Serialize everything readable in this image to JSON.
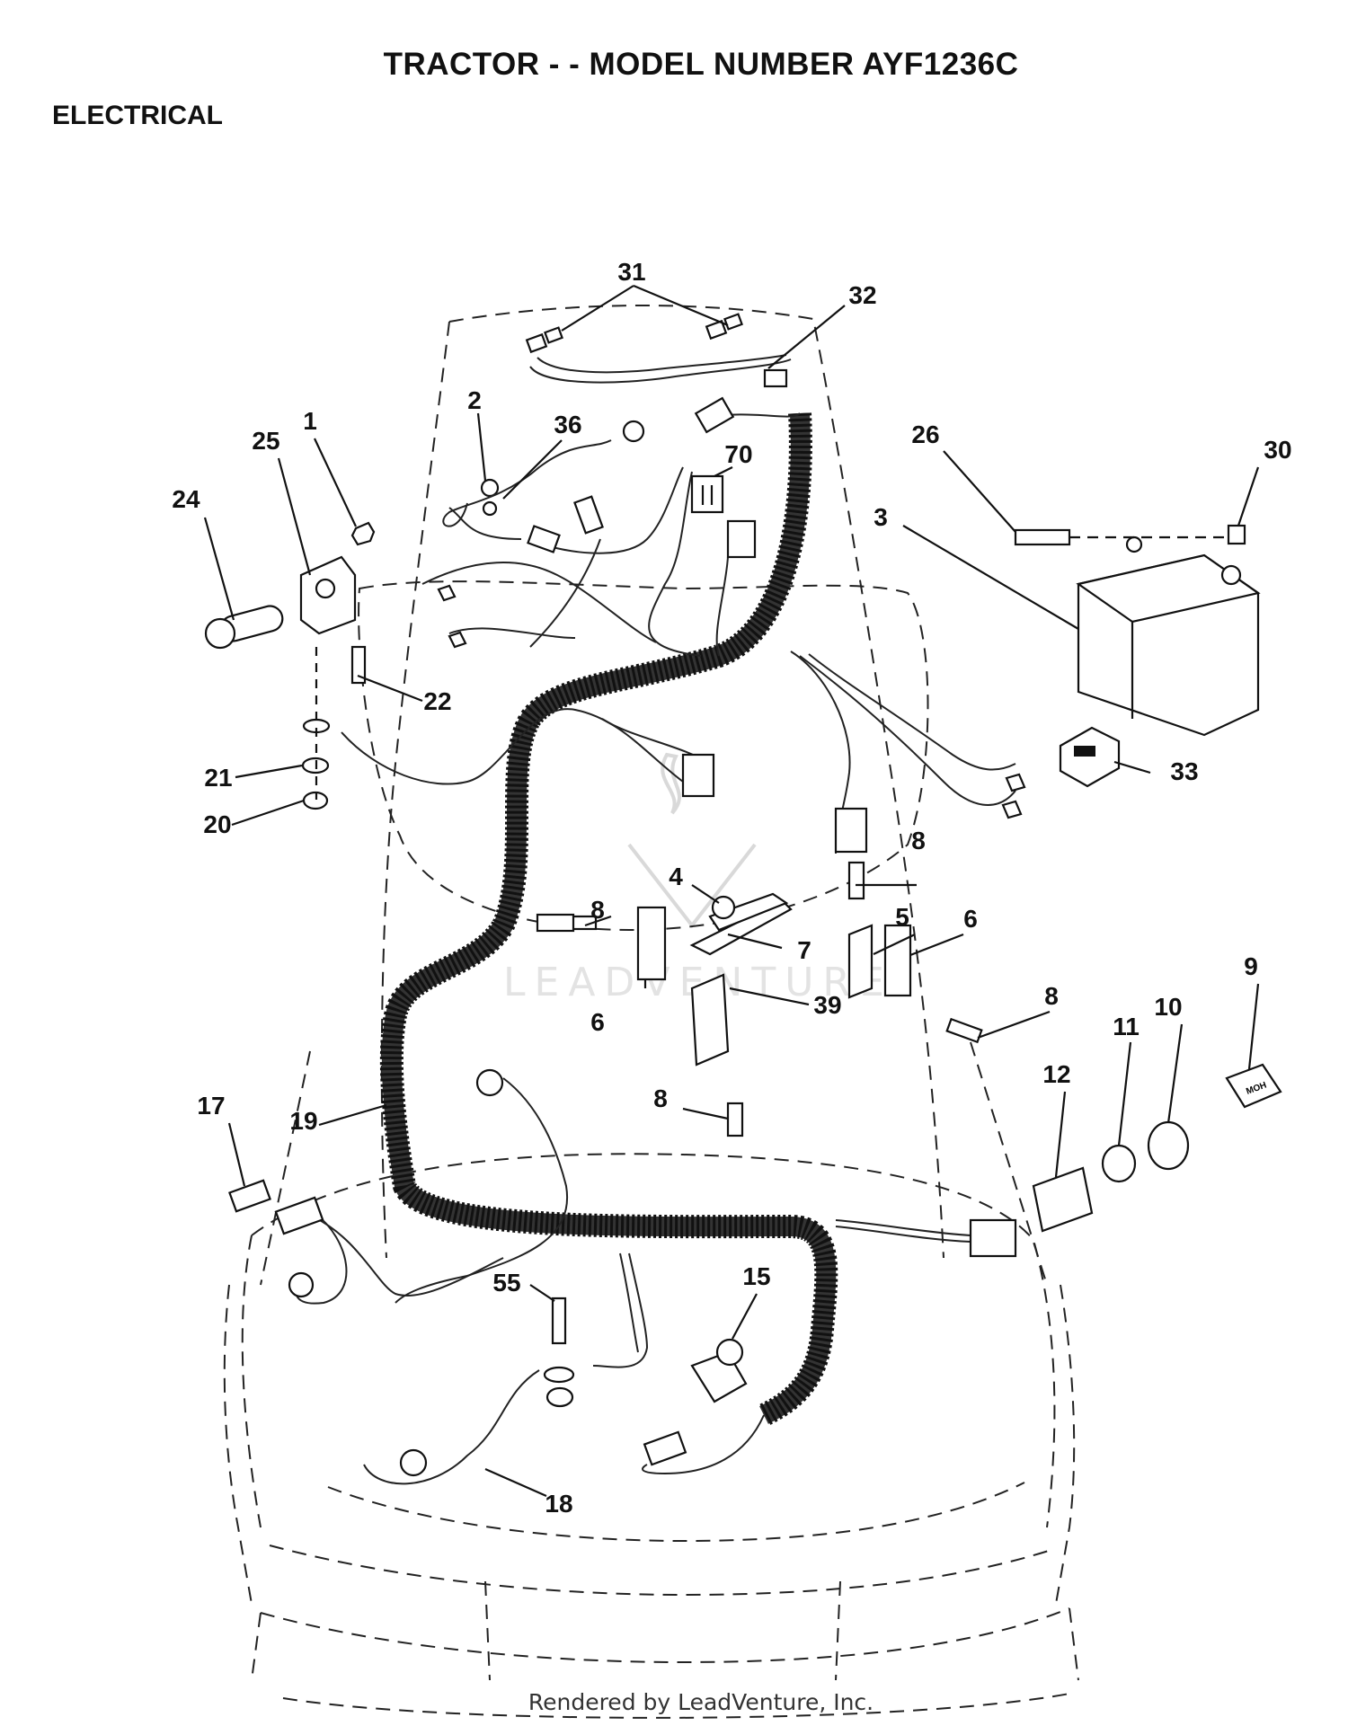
{
  "header": {
    "title": "TRACTOR - - MODEL NUMBER AYF1236C",
    "section": "ELECTRICAL"
  },
  "footer": {
    "credit": "Rendered by LeadVenture, Inc."
  },
  "callouts": {
    "c1": "1",
    "c2": "2",
    "c3": "3",
    "c4": "4",
    "c5": "5",
    "c6a": "6",
    "c6b": "6",
    "c7": "7",
    "c8a": "8",
    "c8b": "8",
    "c8c": "8",
    "c8d": "8",
    "c9": "9",
    "c10": "10",
    "c11": "11",
    "c12": "12",
    "c15": "15",
    "c17": "17",
    "c18": "18",
    "c19": "19",
    "c20": "20",
    "c21": "21",
    "c22": "22",
    "c24": "24",
    "c25": "25",
    "c26": "26",
    "c30": "30",
    "c31": "31",
    "c32": "32",
    "c33": "33",
    "c36": "36",
    "c39": "39",
    "c55": "55",
    "c70": "70"
  },
  "parts_list": [
    "1",
    "2",
    "3",
    "4",
    "5",
    "6",
    "7",
    "8",
    "9",
    "10",
    "11",
    "12",
    "15",
    "17",
    "18",
    "19",
    "20",
    "21",
    "22",
    "24",
    "25",
    "26",
    "30",
    "31",
    "32",
    "33",
    "36",
    "39",
    "55",
    "70"
  ],
  "key_label": "MOH",
  "watermark_text": "LEADVENTURE",
  "colors": {
    "ink": "#111111",
    "background": "#ffffff",
    "watermark": "#d9d9d9"
  }
}
